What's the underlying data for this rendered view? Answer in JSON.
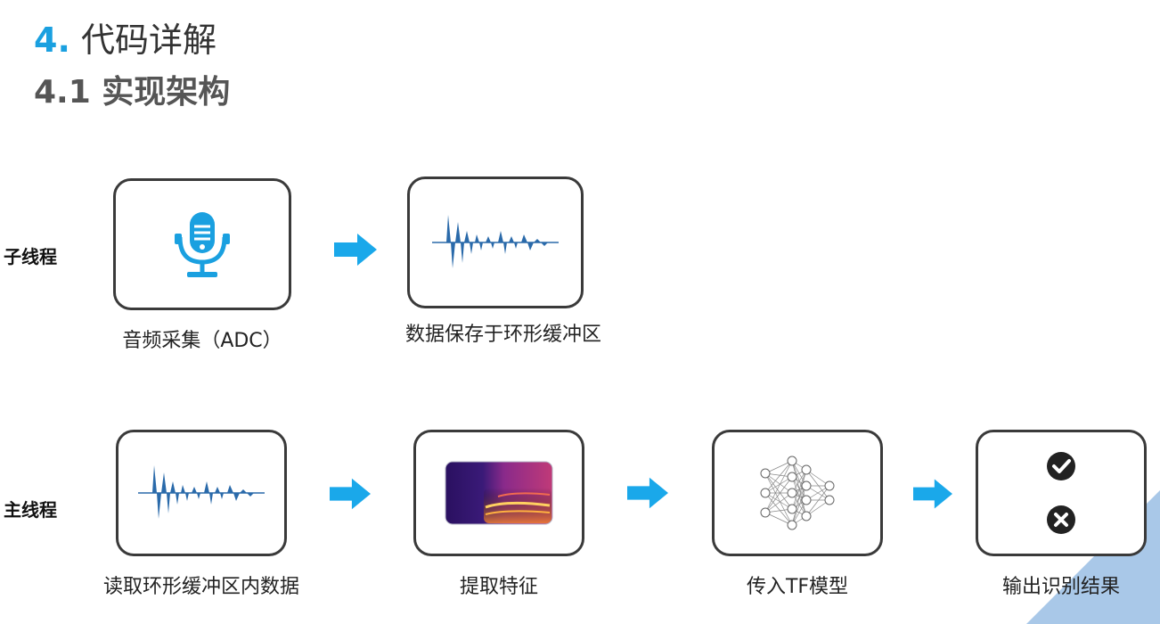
{
  "header": {
    "section_number": "4.",
    "section_title": "代码详解",
    "subsection_title": "4.1 实现架构"
  },
  "rows": {
    "sub_thread": {
      "label": "子线程",
      "steps": [
        {
          "caption": "音频采集（ADC）",
          "icon": "microphone-icon"
        },
        {
          "caption": "数据保存于环形缓冲区",
          "icon": "waveform-icon"
        }
      ]
    },
    "main_thread": {
      "label": "主线程",
      "steps": [
        {
          "caption": "读取环形缓冲区内数据",
          "icon": "waveform-icon"
        },
        {
          "caption": "提取特征",
          "icon": "spectrogram-icon"
        },
        {
          "caption": "传入TF模型",
          "icon": "neural-network-icon"
        },
        {
          "caption": "输出识别结果",
          "icon": "check-and-cross-icon"
        }
      ]
    }
  },
  "colors": {
    "accent": "#1aa0e0",
    "arrow": "#1aa8ea",
    "box_border": "#3a3a3a",
    "corner": "#a9c8e8"
  }
}
